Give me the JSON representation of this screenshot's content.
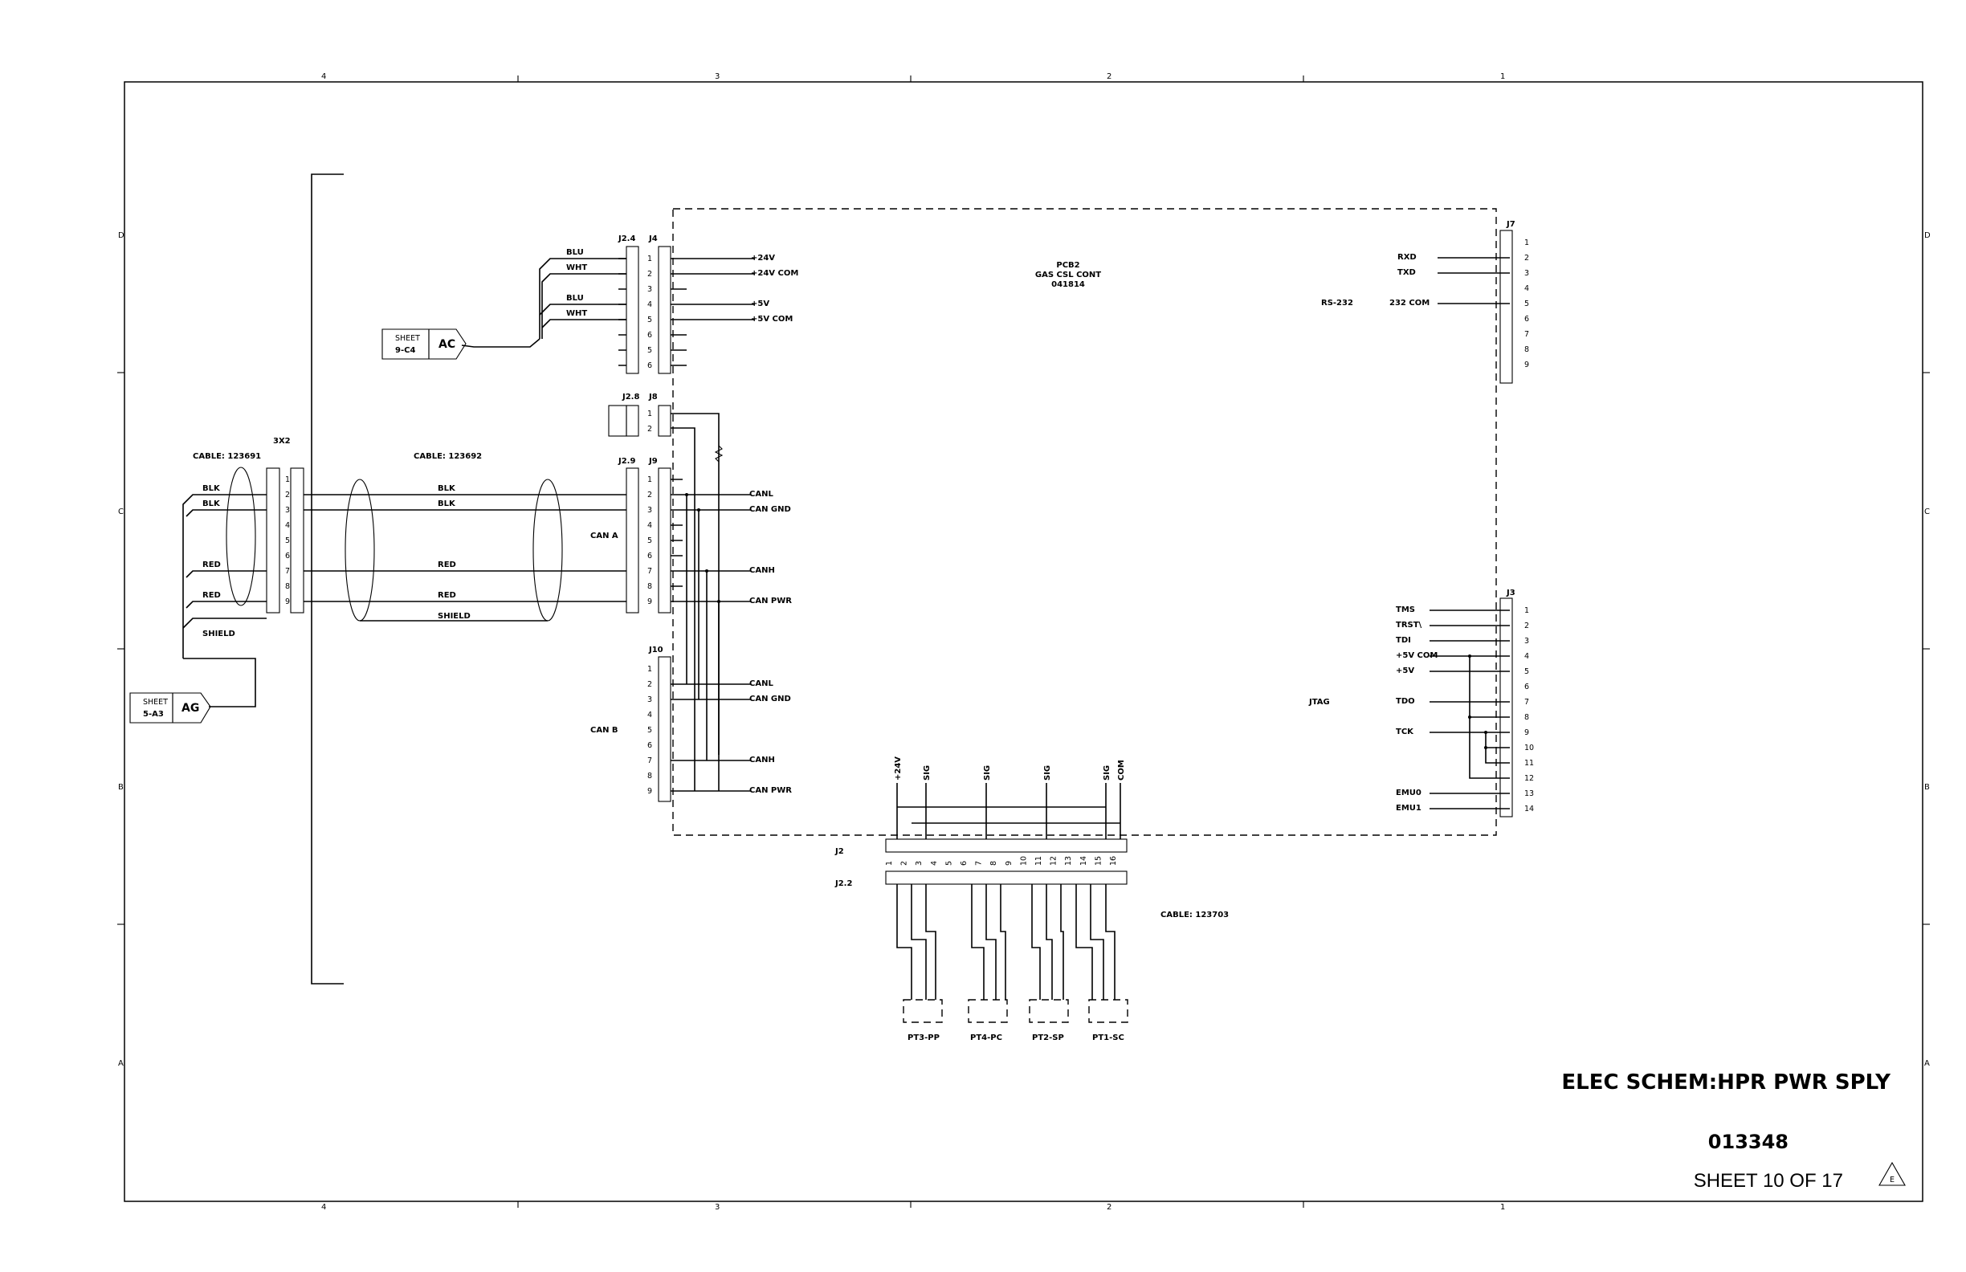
{
  "title_block": {
    "title": "ELEC SCHEM:HPR PWR SPLY",
    "doc_number": "013348",
    "sheet": "SHEET 10 OF 17",
    "revision": "E"
  },
  "zones": {
    "columns": [
      "4",
      "3",
      "2",
      "1"
    ],
    "rows": [
      "D",
      "C",
      "B",
      "A"
    ]
  },
  "board": {
    "line1": "PCB2",
    "line2": "GAS CSL CONT",
    "line3": "041814"
  },
  "connectors": {
    "j24": "J2.4",
    "j4": "J4",
    "j28": "J2.8",
    "j8": "J8",
    "j29": "J2.9",
    "j9": "J9",
    "j10": "J10",
    "j7": "J7",
    "j3": "J3",
    "j2": "J2",
    "j22": "J2.2",
    "x2": "3X2"
  },
  "cables": {
    "c1": "CABLE: 123691",
    "c2": "CABLE: 123692",
    "c3": "CABLE: 123703"
  },
  "offsheet": {
    "ac_sheet": "SHEET",
    "ac_ref": "9-C4",
    "ac_tag": "AC",
    "ag_sheet": "SHEET",
    "ag_ref": "5-A3",
    "ag_tag": "AG"
  },
  "j4_signals": [
    "+24V",
    "+24V COM",
    "+5V",
    "+5V COM"
  ],
  "j4_wires": [
    "BLU",
    "WHT",
    "BLU",
    "WHT"
  ],
  "j9_signals": [
    "CANL",
    "CAN GND",
    "CANH",
    "CAN PWR"
  ],
  "j10_signals": [
    "CANL",
    "CAN GND",
    "CANH",
    "CAN PWR"
  ],
  "cable1_wires": [
    "BLK",
    "BLK",
    "RED",
    "RED",
    "SHIELD"
  ],
  "cable2_wires": [
    "BLK",
    "BLK",
    "RED",
    "RED",
    "SHIELD"
  ],
  "can_a": "CAN A",
  "can_b": "CAN B",
  "j7_signals": [
    "RXD",
    "TXD",
    "232 COM"
  ],
  "rs232": "RS-232",
  "j3_signals": [
    "TMS",
    "TRST\\",
    "TDI",
    "+5V COM",
    "+5V",
    "TDO",
    "TCK",
    "EMU0",
    "EMU1"
  ],
  "jtag": "JTAG",
  "j2_signals": [
    "+24V",
    "SIG",
    "SIG",
    "SIG",
    "SIG",
    "COM"
  ],
  "sensors": [
    "PT3-PP",
    "PT4-PC",
    "PT2-SP",
    "PT1-SC"
  ],
  "pins": {
    "j4": [
      "1",
      "2",
      "3",
      "4",
      "5",
      "6",
      "5",
      "6"
    ],
    "j8": [
      "1",
      "2"
    ],
    "j9": [
      "1",
      "2",
      "3",
      "4",
      "5",
      "6",
      "7",
      "8",
      "9"
    ],
    "j10": [
      "1",
      "2",
      "3",
      "4",
      "5",
      "6",
      "7",
      "8",
      "9"
    ],
    "x2": [
      "1",
      "2",
      "3",
      "4",
      "5",
      "6",
      "7",
      "8",
      "9"
    ],
    "j7": [
      "1",
      "2",
      "3",
      "4",
      "5",
      "6",
      "7",
      "8",
      "9"
    ],
    "j3": [
      "1",
      "2",
      "3",
      "4",
      "5",
      "6",
      "7",
      "8",
      "9",
      "10",
      "11",
      "12",
      "13",
      "14"
    ],
    "j2": [
      "1",
      "2",
      "3",
      "4",
      "5",
      "6",
      "7",
      "8",
      "9",
      "10",
      "11",
      "12",
      "13",
      "14",
      "15",
      "16"
    ]
  }
}
